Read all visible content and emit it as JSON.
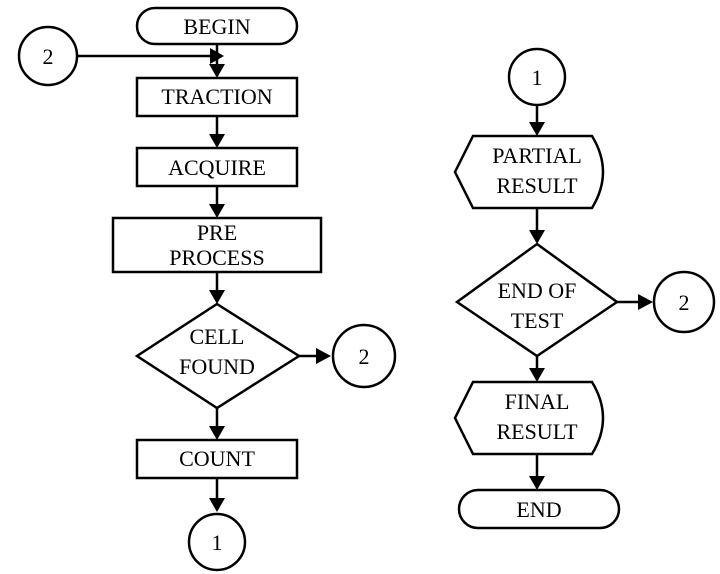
{
  "left_flow": {
    "begin": "BEGIN",
    "connector_in": "2",
    "traction": "TRACTION",
    "acquire": "ACQUIRE",
    "preprocess_line1": "PRE",
    "preprocess_line2": "PROCESS",
    "cell_found_line1": "CELL",
    "cell_found_line2": "FOUND",
    "connector_out": "2",
    "count": "COUNT",
    "connector_end": "1"
  },
  "right_flow": {
    "connector_start": "1",
    "partial_result_line1": "PARTIAL",
    "partial_result_line2": "RESULT",
    "end_of_test_line1": "END OF",
    "end_of_test_line2": "TEST",
    "connector_out": "2",
    "final_result_line1": "FINAL",
    "final_result_line2": "RESULT",
    "end": "END"
  }
}
